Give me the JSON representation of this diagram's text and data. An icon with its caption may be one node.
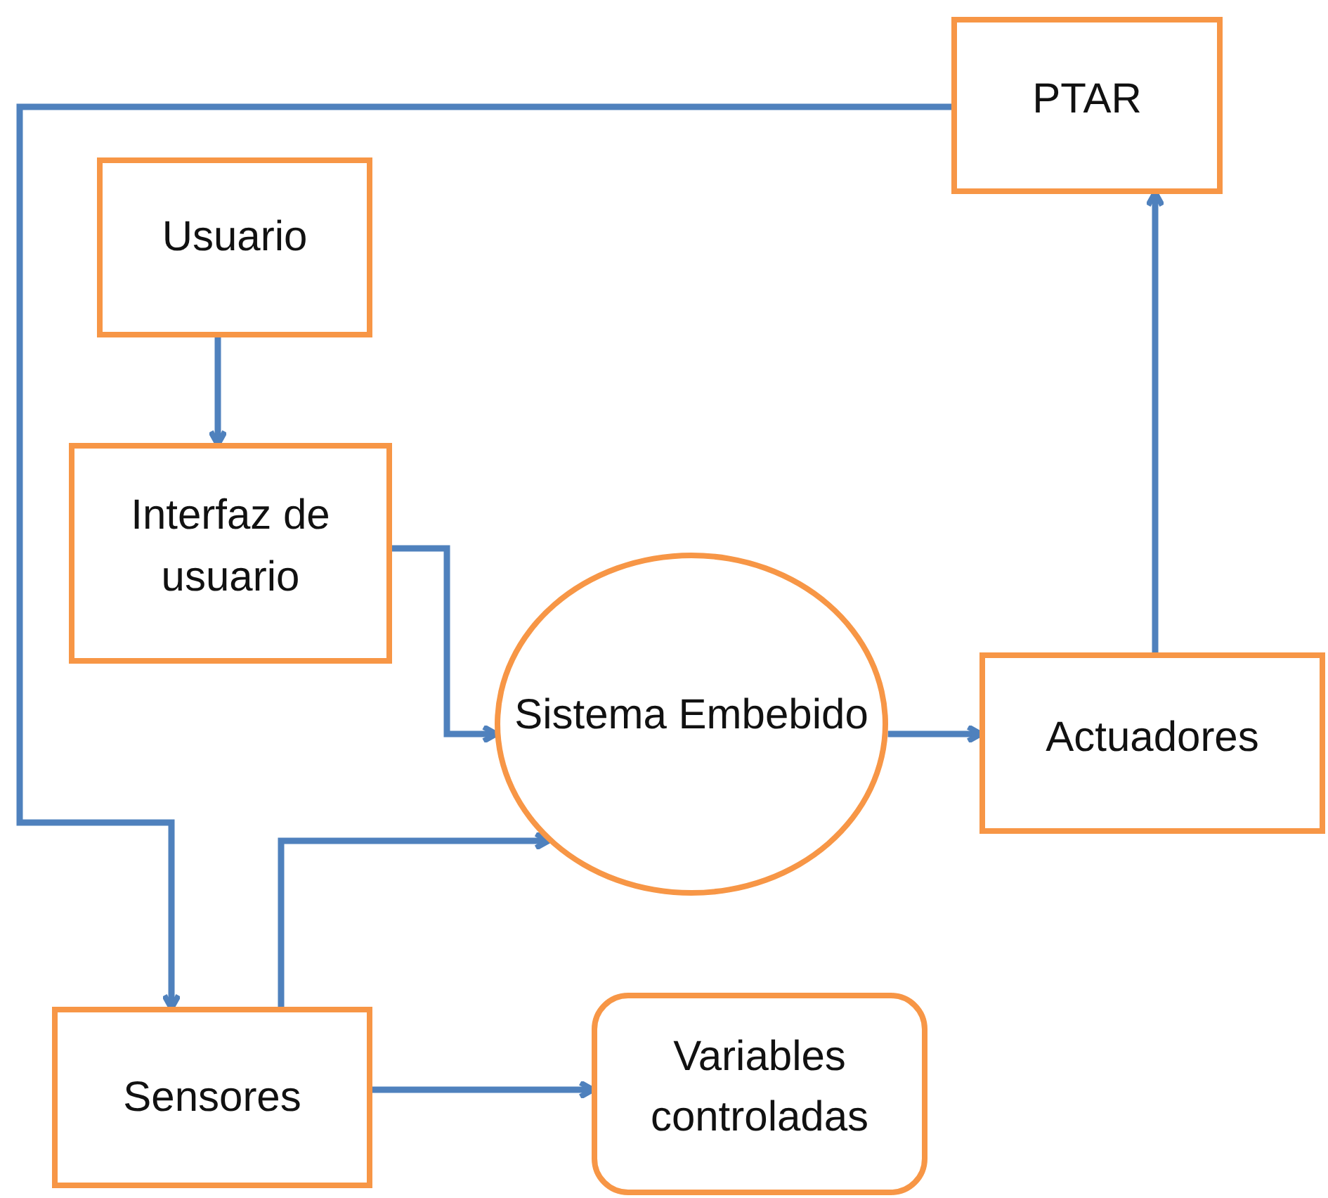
{
  "diagram": {
    "nodes": [
      {
        "text": [
          "PTAR"
        ]
      },
      {
        "text": [
          "Usuario"
        ]
      },
      {
        "text": [
          "Interfaz de usuario"
        ]
      },
      {
        "text": [
          "Sistema Embebido"
        ]
      },
      {
        "text": [
          "Actuadores"
        ]
      },
      {
        "text": [
          "Sensores"
        ]
      },
      {
        "text": [
          "Variables controladas"
        ]
      }
    ],
    "edges": [
      {
        "from": 1,
        "to": 2,
        "arrow": "to"
      },
      {
        "from": 2,
        "to": 3,
        "arrow": "to"
      },
      {
        "from": 3,
        "to": 4,
        "arrow": "to"
      },
      {
        "from": 4,
        "to": 0,
        "arrow": "to"
      },
      {
        "from": 0,
        "to": 5,
        "arrow": "to"
      },
      {
        "from": 5,
        "to": 3,
        "arrow": "to"
      },
      {
        "from": 5,
        "to": 6,
        "arrow": "to"
      }
    ]
  }
}
